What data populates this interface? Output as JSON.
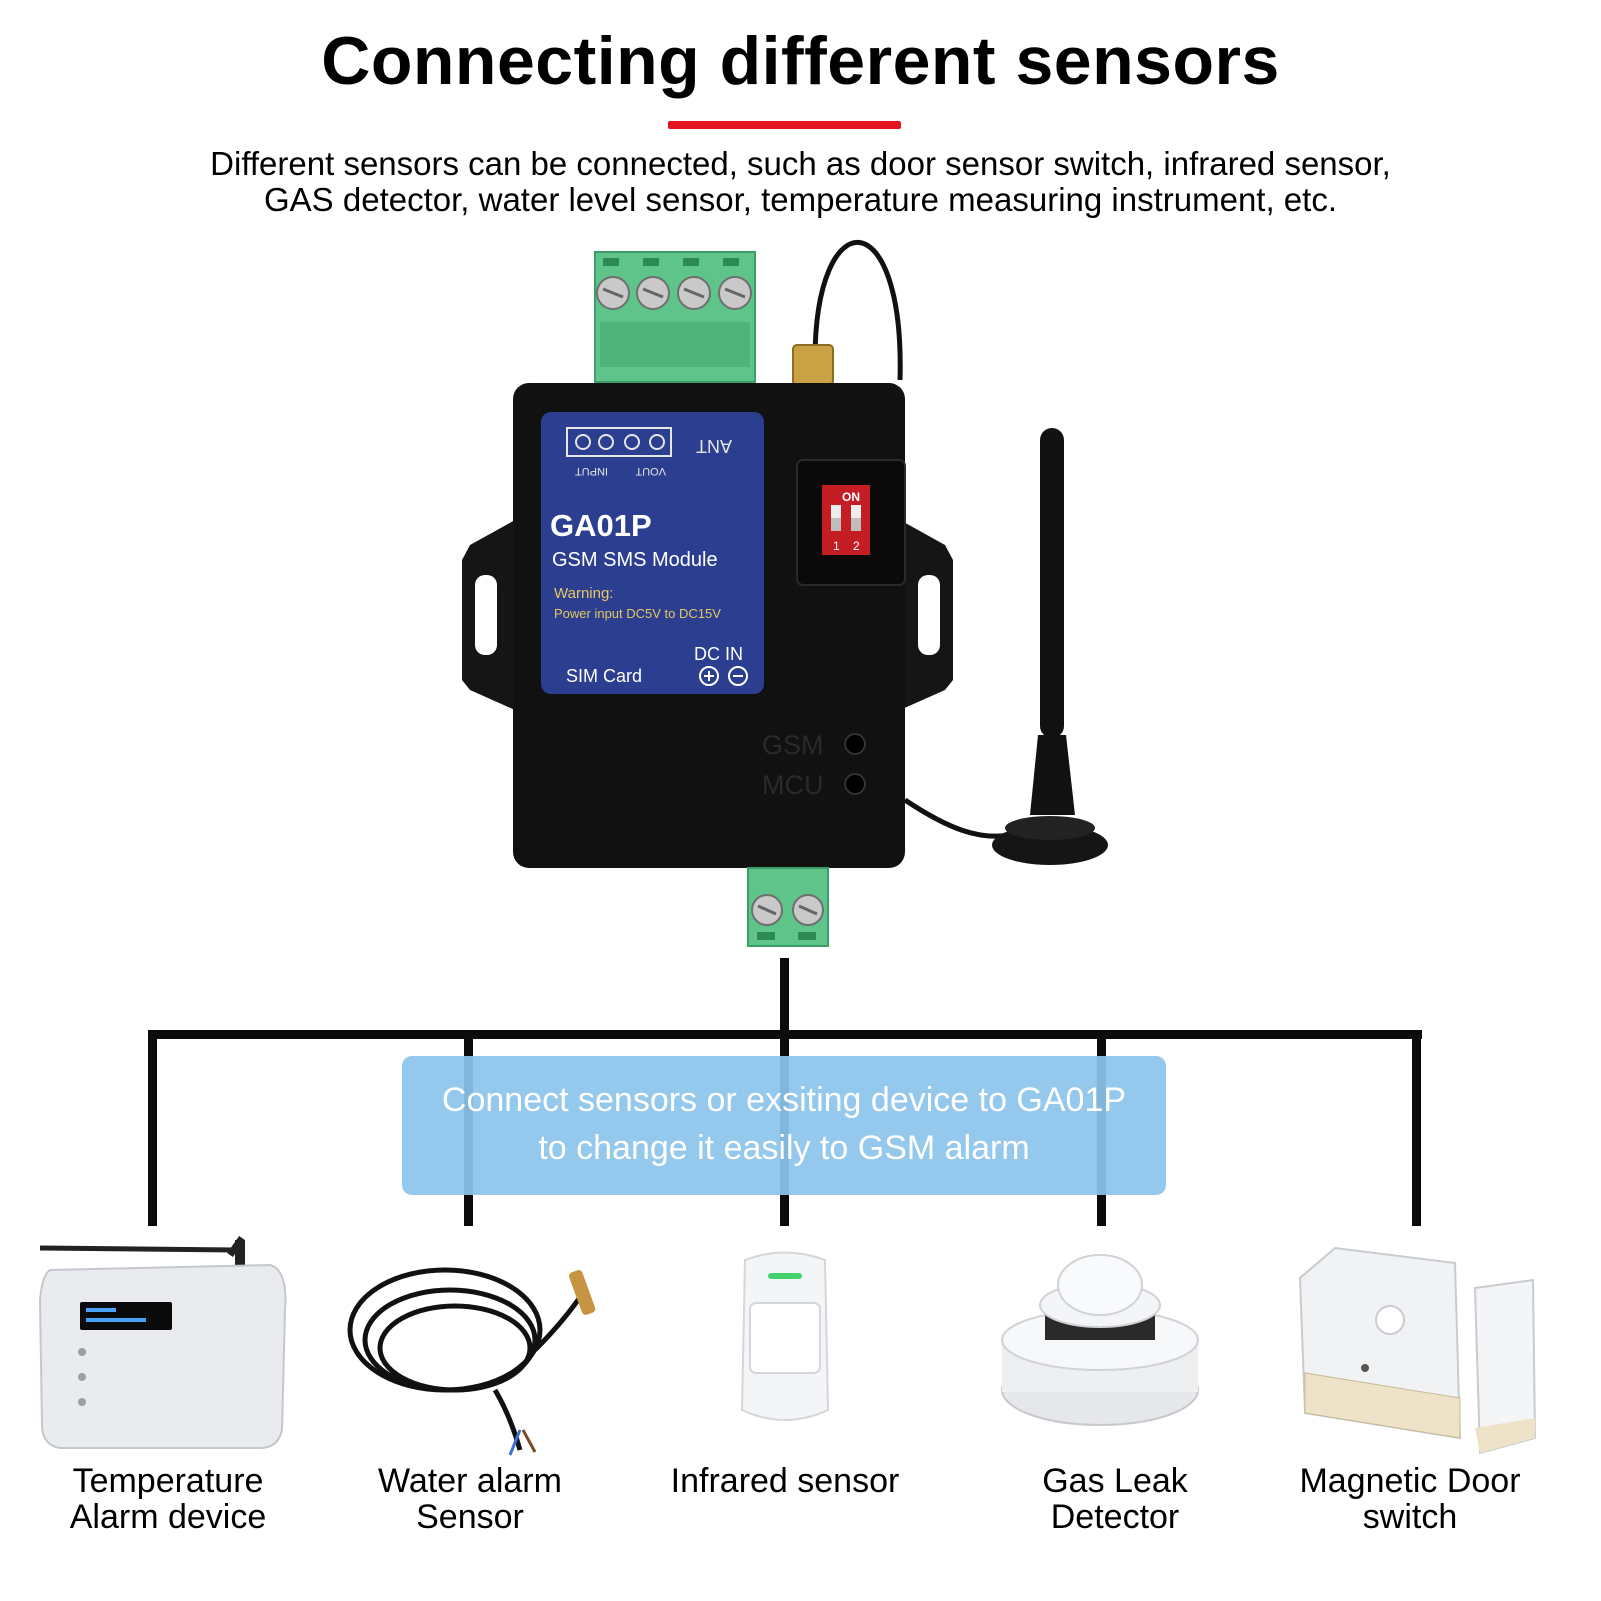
{
  "header": {
    "title": "Connecting different sensors",
    "subtitle_lines": [
      "Different sensors can be connected, such as door sensor switch, infrared sensor,",
      "GAS detector, water level sensor, temperature measuring instrument, etc."
    ]
  },
  "module": {
    "model": "GA01P",
    "name": "GSM SMS Module",
    "warning_title": "Warning:",
    "warning_text": "Power input DC5V to DC15V",
    "ant_label": "ANT",
    "input_label": "INPUT",
    "vout_label": "VOUT",
    "sim_label": "SIM  Card",
    "dcin_label": "DC IN",
    "dip_on_label": "ON",
    "dip_1": "1",
    "dip_2": "2",
    "led_gsm": "GSM",
    "led_mcu": "MCU"
  },
  "caption": {
    "lines": [
      "Connect sensors or exsiting device to GA01P",
      "to change it easily to GSM alarm"
    ]
  },
  "sensors": [
    {
      "label_lines": [
        "Temperature",
        "Alarm device"
      ]
    },
    {
      "label_lines": [
        "Water alarm",
        "Sensor"
      ]
    },
    {
      "label_lines": [
        "Infrared sensor"
      ]
    },
    {
      "label_lines": [
        "Gas Leak",
        "Detector"
      ]
    },
    {
      "label_lines": [
        "Magnetic Door",
        "switch"
      ]
    }
  ],
  "colors": {
    "accent_red": "#e4151f",
    "caption_blue": "#8cc4ec",
    "label_blue": "#2b3e8f",
    "terminal_green": "#5fc48a",
    "device_black": "#111111"
  }
}
